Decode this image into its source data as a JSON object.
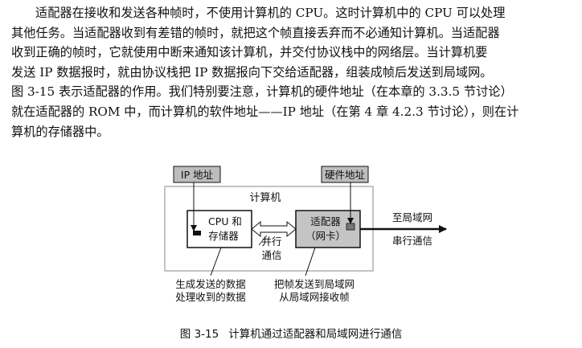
{
  "paragraph": {
    "lines": [
      "适配器在接收和发送各种帧时，不使用计算机的 CPU。这时计算机中的 CPU 可以处理",
      "其他任务。当适配器收到有差错的帧时，就把这个帧直接丢弃而不必通知计算机。当适配器",
      "收到正确的帧时，它就使用中断来通知该计算机，并交付协议栈中的网络层。当计算机要",
      "发送 IP 数据报时，就由协议栈把 IP 数据报向下交给适配器，组装成帧后发送到局域网。",
      "图 3-15 表示适配器的作用。我们特别要注意，计算机的硬件地址（在本章的 3.3.5 节讨论）",
      "就在适配器的 ROM 中，而计算机的软件地址——IP 地址（在第 4 章 4.2.3 节讨论），则在计",
      "算机的存储器中。"
    ]
  },
  "figure": {
    "ip_address_label": "IP 地址",
    "hardware_address_label": "硬件地址",
    "computer_label": "计算机",
    "cpu_line1": "CPU 和",
    "cpu_line2": "存储器",
    "adapter_line1": "适配器",
    "adapter_line2": "（网卡）",
    "parallel_line1": "并行",
    "parallel_line2": "通信",
    "to_lan": "至局域网",
    "serial": "串行通信",
    "left_note_line1": "生成发送的数据",
    "left_note_line2": "处理收到的数据",
    "right_note_line1": "把帧发送到局域网",
    "right_note_line2": "从局域网接收帧",
    "colors": {
      "label_box_fill": "#bdbdbd",
      "adapter_fill": "#c4c4c4",
      "outer_box_stroke": "#888888"
    }
  },
  "caption": {
    "number": "图 3-15",
    "text": "计算机通过适配器和局域网进行通信"
  }
}
